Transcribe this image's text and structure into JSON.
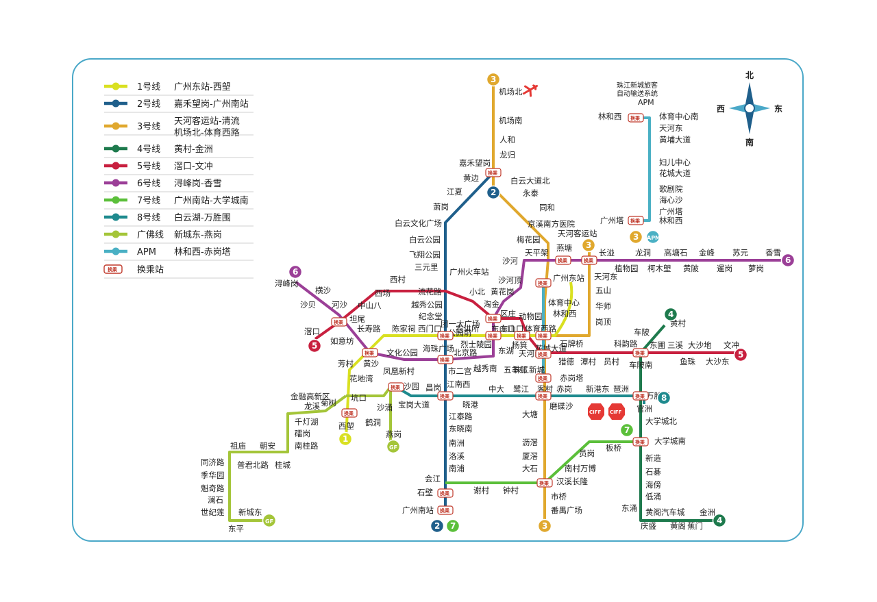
{
  "legend": [
    {
      "name": "1号线",
      "desc": [
        "广州东站-西塱"
      ],
      "color": "#d9e021"
    },
    {
      "name": "2号线",
      "desc": [
        "嘉禾望岗-广州南站"
      ],
      "color": "#1f5f8b"
    },
    {
      "name": "3号线",
      "desc": [
        "天河客运站-清流",
        "机场北-体育西路"
      ],
      "color": "#e0a82e"
    },
    {
      "name": "4号线",
      "desc": [
        "黄村-金洲"
      ],
      "color": "#1e7a4d"
    },
    {
      "name": "5号线",
      "desc": [
        "滘口-文冲"
      ],
      "color": "#c8203f"
    },
    {
      "name": "6号线",
      "desc": [
        "浔峰岗-香雪"
      ],
      "color": "#9b3f97"
    },
    {
      "name": "7号线",
      "desc": [
        "广州南站-大学城南"
      ],
      "color": "#5bbf3a"
    },
    {
      "name": "8号线",
      "desc": [
        "白云湖-万胜围"
      ],
      "color": "#1e8a8e"
    },
    {
      "name": "广佛线",
      "desc": [
        "新城东-燕岗"
      ],
      "color": "#a4c539"
    },
    {
      "name": "APM",
      "desc": [
        "林和西-赤岗塔"
      ],
      "color": "#4ab0c4"
    },
    {
      "name": "换乘站",
      "desc": [],
      "color": "#c0392b",
      "transfer": true
    }
  ],
  "compass": {
    "north": "北",
    "south": "南",
    "east": "东",
    "west": "西"
  },
  "apm_caption": [
    "珠江新城旅客",
    "自动输送系统",
    "APM"
  ],
  "transfer_text": "换乘",
  "badges": [
    {
      "text": "3",
      "color": "#e0a82e"
    },
    {
      "text": "2",
      "color": "#1f5f8b"
    },
    {
      "text": "3",
      "color": "#e0a82e"
    },
    {
      "text": "3",
      "color": "#e0a82e"
    },
    {
      "text": "APM",
      "color": "#4ab0c4"
    },
    {
      "text": "6",
      "color": "#9b3f97"
    },
    {
      "text": "6",
      "color": "#9b3f97"
    },
    {
      "text": "5",
      "color": "#c8203f"
    },
    {
      "text": "4",
      "color": "#1e7a4d"
    },
    {
      "text": "5",
      "color": "#c8203f"
    },
    {
      "text": "8",
      "color": "#1e8a8e"
    },
    {
      "text": "1",
      "color": "#d9e021"
    },
    {
      "text": "GF",
      "color": "#a4c539"
    },
    {
      "text": "GF",
      "color": "#a4c539"
    },
    {
      "text": "7",
      "color": "#5bbf3a"
    },
    {
      "text": "2",
      "color": "#1f5f8b"
    },
    {
      "text": "7",
      "color": "#5bbf3a"
    },
    {
      "text": "3",
      "color": "#e0a82e"
    },
    {
      "text": "4",
      "color": "#1e7a4d"
    }
  ],
  "cif_marks": [
    "CIFF",
    "CIFF"
  ],
  "stations": [
    "机场北",
    "机场南",
    "人和",
    "龙归",
    "嘉禾望岗",
    "黄边",
    "白云大道北",
    "永泰",
    "同和",
    "京溪南方医院",
    "天河客运站",
    "梅花园",
    "燕塘",
    "江夏",
    "萧岗",
    "白云文化广场",
    "白云公园",
    "飞翔公园",
    "三元里",
    "广州火车站",
    "小北",
    "淘金",
    "区庄",
    "沙河",
    "沙河顶",
    "天平架",
    "长湴",
    "植物园",
    "龙洞",
    "柯木塱",
    "高塘石",
    "黄陂",
    "金峰",
    "暹岗",
    "苏元",
    "萝岗",
    "香雪",
    "广州东站",
    "天河东",
    "五山",
    "华师",
    "岗顶",
    "体育中心",
    "林和西",
    "体育西路",
    "石牌桥",
    "浔峰岗",
    "横沙",
    "沙贝",
    "河沙",
    "坦尾",
    "中山八",
    "西场",
    "西村",
    "滘口",
    "如意坊",
    "长寿路",
    "陈家祠",
    "西门口",
    "公园前",
    "农讲所",
    "东山口",
    "杨箕",
    "烈士陵园",
    "北京路",
    "海珠广场",
    "东湖",
    "五羊邨",
    "珠江新城",
    "花城大道",
    "猎德",
    "潭村",
    "员村",
    "科韵路",
    "车陂南",
    "东圃",
    "三溪",
    "鱼珠",
    "大沙地",
    "大沙东",
    "文冲",
    "车陂",
    "黄村",
    "芳村",
    "黄沙",
    "花地湾",
    "坑口",
    "西塱",
    "文化公园",
    "团一大广场",
    "越秀南",
    "市二宫",
    "江南西",
    "昌岗",
    "晓港",
    "中大",
    "鹭江",
    "客村",
    "赤岗",
    "磨碟沙",
    "新港东",
    "琶洲",
    "万胜围",
    "宝岗大道",
    "沙园",
    "凤凰新村",
    "沙涌",
    "鹤洞",
    "燕岗",
    "菊树",
    "龙溪",
    "金融高新区",
    "千灯湖",
    "礌岗",
    "南桂路",
    "桂城",
    "普君北路",
    "朝安",
    "祖庙",
    "同济路",
    "季华园",
    "魁奇路",
    "澜石",
    "世纪莲",
    "东平",
    "新城东",
    "官洲",
    "大学城北",
    "大学城南",
    "新造",
    "石碁",
    "海傍",
    "低涌",
    "东涌",
    "黄阁汽车城",
    "黄阁",
    "蕉门",
    "金洲",
    "庆盛",
    "大塘",
    "沥滘",
    "厦滘",
    "大石",
    "汉溪长隆",
    "市桥",
    "番禺广场",
    "南村万博",
    "员岗",
    "板桥",
    "谢村",
    "钟村",
    "会江",
    "石壁",
    "广州南站",
    "江泰路",
    "东晓南",
    "南洲",
    "洛溪",
    "南浦",
    "林和西",
    "体育中心南",
    "天河东",
    "黄埔大道",
    "妇儿中心",
    "花城大道",
    "歌剧院",
    "海心沙",
    "广州塔",
    "林和西",
    "广州塔",
    "赤岗塔",
    "越秀公园",
    "纪念堂",
    "流花路",
    "黄花岗",
    "动物园",
    "天河南",
    "东山口"
  ]
}
